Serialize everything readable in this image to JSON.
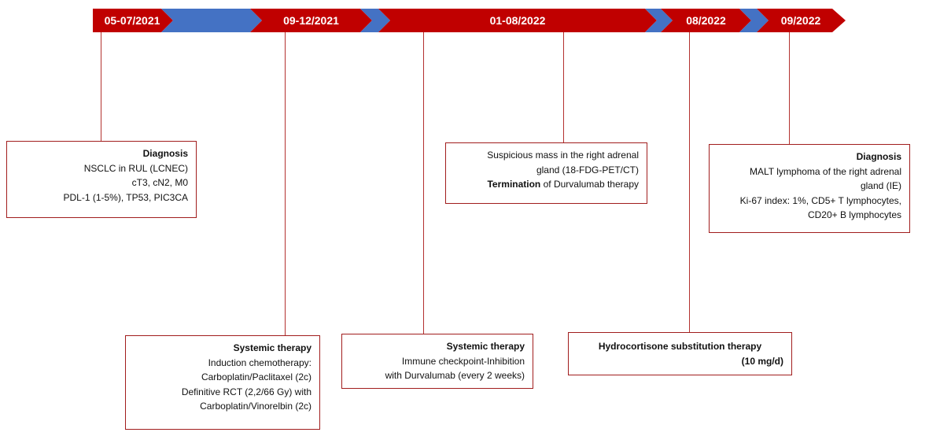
{
  "colors": {
    "red": "#c00000",
    "blue": "#4472c4",
    "line": "#b3312f",
    "border": "#a11d1d"
  },
  "timeline": {
    "dates": [
      "05-07/2021",
      "09-12/2021",
      "01-08/2022",
      "08/2022",
      "09/2022"
    ]
  },
  "events": {
    "diagnosis1": {
      "title": "Diagnosis",
      "lines": [
        "NSCLC in RUL (LCNEC)",
        "cT3, cN2, M0",
        "PDL-1 (1-5%), TP53, PIC3CA"
      ]
    },
    "therapy1": {
      "title": "Systemic therapy",
      "lines": [
        "Induction chemotherapy:",
        "Carboplatin/Paclitaxel (2c)",
        "Definitive RCT (2,2/66 Gy) with",
        "Carboplatin/Vinorelbin (2c)"
      ]
    },
    "therapy2": {
      "title": "Systemic therapy",
      "lines": [
        "Immune checkpoint-Inhibition",
        "with Durvalumab (every 2 weeks)"
      ]
    },
    "adrenal": {
      "lines": [
        "Suspicious mass in the right adrenal",
        "gland (18-FDG-PET/CT)"
      ],
      "termination_bold": "Termination",
      "termination_rest": " of Durvalumab therapy"
    },
    "hydrocortisone": {
      "lines": [
        "Hydrocortisone substitution therapy",
        "(10 mg/d)"
      ]
    },
    "diagnosis2": {
      "title": "Diagnosis",
      "lines": [
        "MALT lymphoma of the right adrenal",
        "gland (IE)",
        "Ki-67 index: 1%, CD5+ T lymphocytes,",
        "CD20+ B lymphocytes"
      ]
    }
  }
}
